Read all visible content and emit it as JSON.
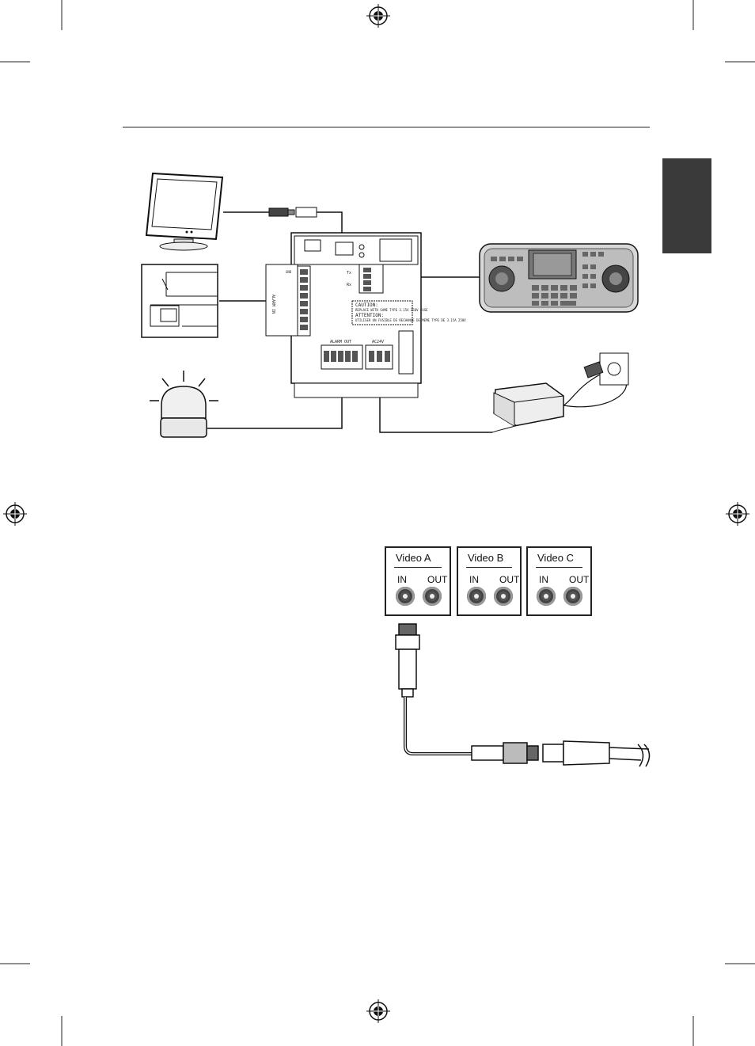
{
  "video_panels": [
    {
      "title": "Video A",
      "in_label": "IN",
      "out_label": "OUT"
    },
    {
      "title": "Video B",
      "in_label": "IN",
      "out_label": "OUT"
    },
    {
      "title": "Video C",
      "in_label": "IN",
      "out_label": "OUT"
    }
  ],
  "board": {
    "caution": "CAUTION:",
    "caution_text": "REPLACE WITH SAME TYPE 3.15A 250V FUSE",
    "attention": "ATTENTION:",
    "attention_text": "UTILISER UN FUSIBLE DE RECHANGE DE MEME TYPE DE 3.15A 250V",
    "alarm_out": "ALARM OUT",
    "ac24v": "AC24V",
    "alarm_in": "ALARM IN",
    "gnd": "GND",
    "tx": "Tx",
    "rx": "Rx"
  },
  "icons": [
    "registration-mark-icon",
    "monitor-icon",
    "sensor-icon",
    "alarm-light-icon",
    "controller-keyboard-icon",
    "power-adapter-icon",
    "bnc-cable-icon"
  ]
}
